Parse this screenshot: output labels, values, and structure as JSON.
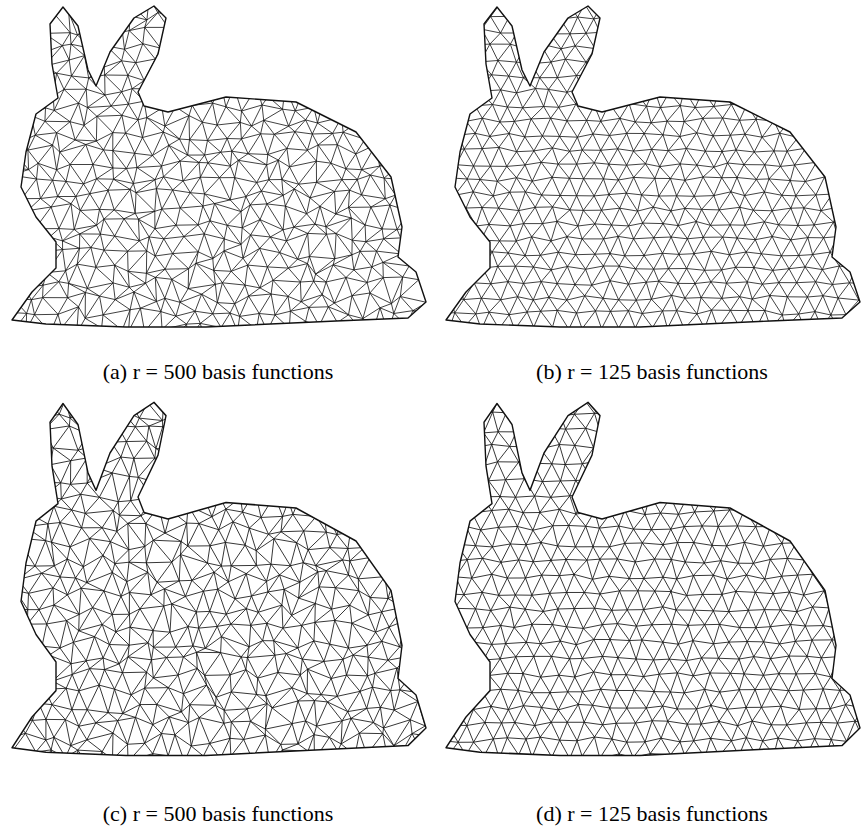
{
  "diagram": {
    "labels": [
      "(a) r = 500 basis functions",
      "(b) r = 125 basis functions",
      "(c) r = 500 basis functions",
      "(d) r = 125 basis functions"
    ]
  }
}
